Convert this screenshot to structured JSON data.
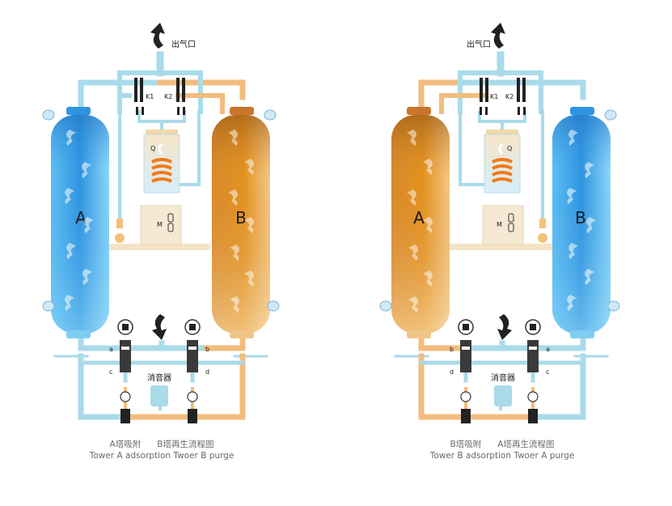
{
  "colors": {
    "pipe_blue": "#a9dbea",
    "pipe_orange": "#f2bd7e",
    "tower_blue": "#3aa3e6",
    "tower_orange": "#e08c2a",
    "valve_dark": "#222222",
    "panel": "#f5e9d4"
  },
  "panels": [
    {
      "outlet_label": "出气口",
      "valve_k1": "K1",
      "valve_k2": "K2",
      "heater_label": "Q",
      "controller_label": "M",
      "left_tower": {
        "letter": "A",
        "state": "adsorption"
      },
      "right_tower": {
        "letter": "B",
        "state": "regeneration"
      },
      "valve_labels": {
        "top_left": "a",
        "top_right": "b",
        "bottom_left": "c",
        "bottom_right": "d"
      },
      "muffler_label": "消音器",
      "caption_cn_1": "A塔吸附",
      "caption_cn_2": "B塔再生流程图",
      "caption_en": "Tower A adsorption Twoer B purge"
    },
    {
      "outlet_label": "出气口",
      "valve_k1": "K1",
      "valve_k2": "K2",
      "heater_label": "Q",
      "controller_label": "M",
      "left_tower": {
        "letter": "A",
        "state": "regeneration"
      },
      "right_tower": {
        "letter": "B",
        "state": "adsorption"
      },
      "valve_labels": {
        "top_left": "b",
        "top_right": "a",
        "bottom_left": "d",
        "bottom_right": "c"
      },
      "muffler_label": "消音器",
      "caption_cn_1": "B塔吸附",
      "caption_cn_2": "A塔再生流程图",
      "caption_en": "Tower B adsorption Twoer A purge"
    }
  ]
}
